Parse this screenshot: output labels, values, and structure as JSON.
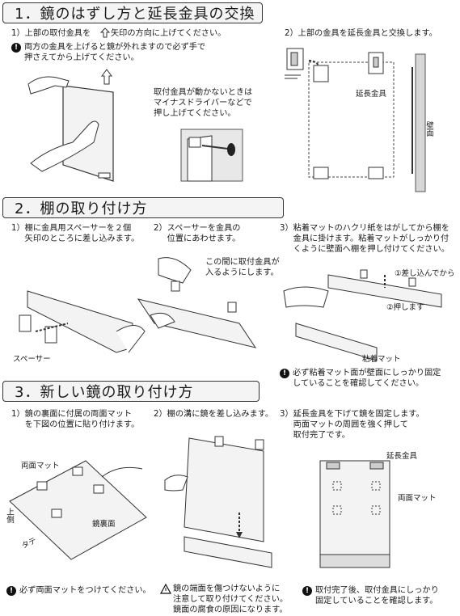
{
  "section1": {
    "title": "1．鏡のはずし方と延長金具の交換",
    "step1": "1）上部の取付金具を",
    "step1b": "矢印の方向に上げてください。",
    "caution1": "両方の金具を上げると鏡が外れますので必ず手で\n押さえてから上げてください。",
    "hint": "取付金具が動かないときは\nマイナスドライバーなどで\n押し上げてください。",
    "step2": "2）上部の金具を延長金具と交換します。",
    "label_ext": "延長金具",
    "label_wall": "壁面"
  },
  "section2": {
    "title": "2．棚の取り付け方",
    "step1": "1）棚に金具用スペーサーを２個\n　  矢印のところに差し込みます。",
    "step2": "2）スペーサーを金具の\n　  位置にあわせます。",
    "step3": "3）粘着マットのハクリ紙をはがしてから棚を\n　  金具に掛けます。粘着マットがしっかり付\n　  くように壁面へ棚を押し付けてください。",
    "label_gap": "この間に取付金具が\n入るようにします。",
    "label_spacer": "スペーサー",
    "label_insert": "①差し込んでから",
    "label_press": "②押します",
    "label_mat": "粘着マット",
    "caution": "必ず粘着マット面が壁面にしっかり固定\nしていることを確認してください。"
  },
  "section3": {
    "title": "3．新しい鏡の取り付け方",
    "step1": "1）鏡の裏面に付属の両面マット\n　  を下図の位置に貼り付けます。",
    "step2": "2）棚の溝に鏡を差し込みます。",
    "step3": "3）延長金具を下げて鏡を固定します。\n　  両面マットの周囲を強く押して\n　  取付完了です。",
    "label_mat": "両面マット",
    "label_top": "上側",
    "label_tate": "タテ",
    "label_back": "鏡裏面",
    "label_ext": "延長金具",
    "label_mat2": "両面マット",
    "caution1": "必ず両面マットをつけてください。",
    "caution2": "鏡の端面を傷つけないように\n注意して取り付けてください。\n鏡面の腐食の原因になります。",
    "caution3": "取付完了後、取付金具にしっかり\n固定していることを確認します。"
  }
}
